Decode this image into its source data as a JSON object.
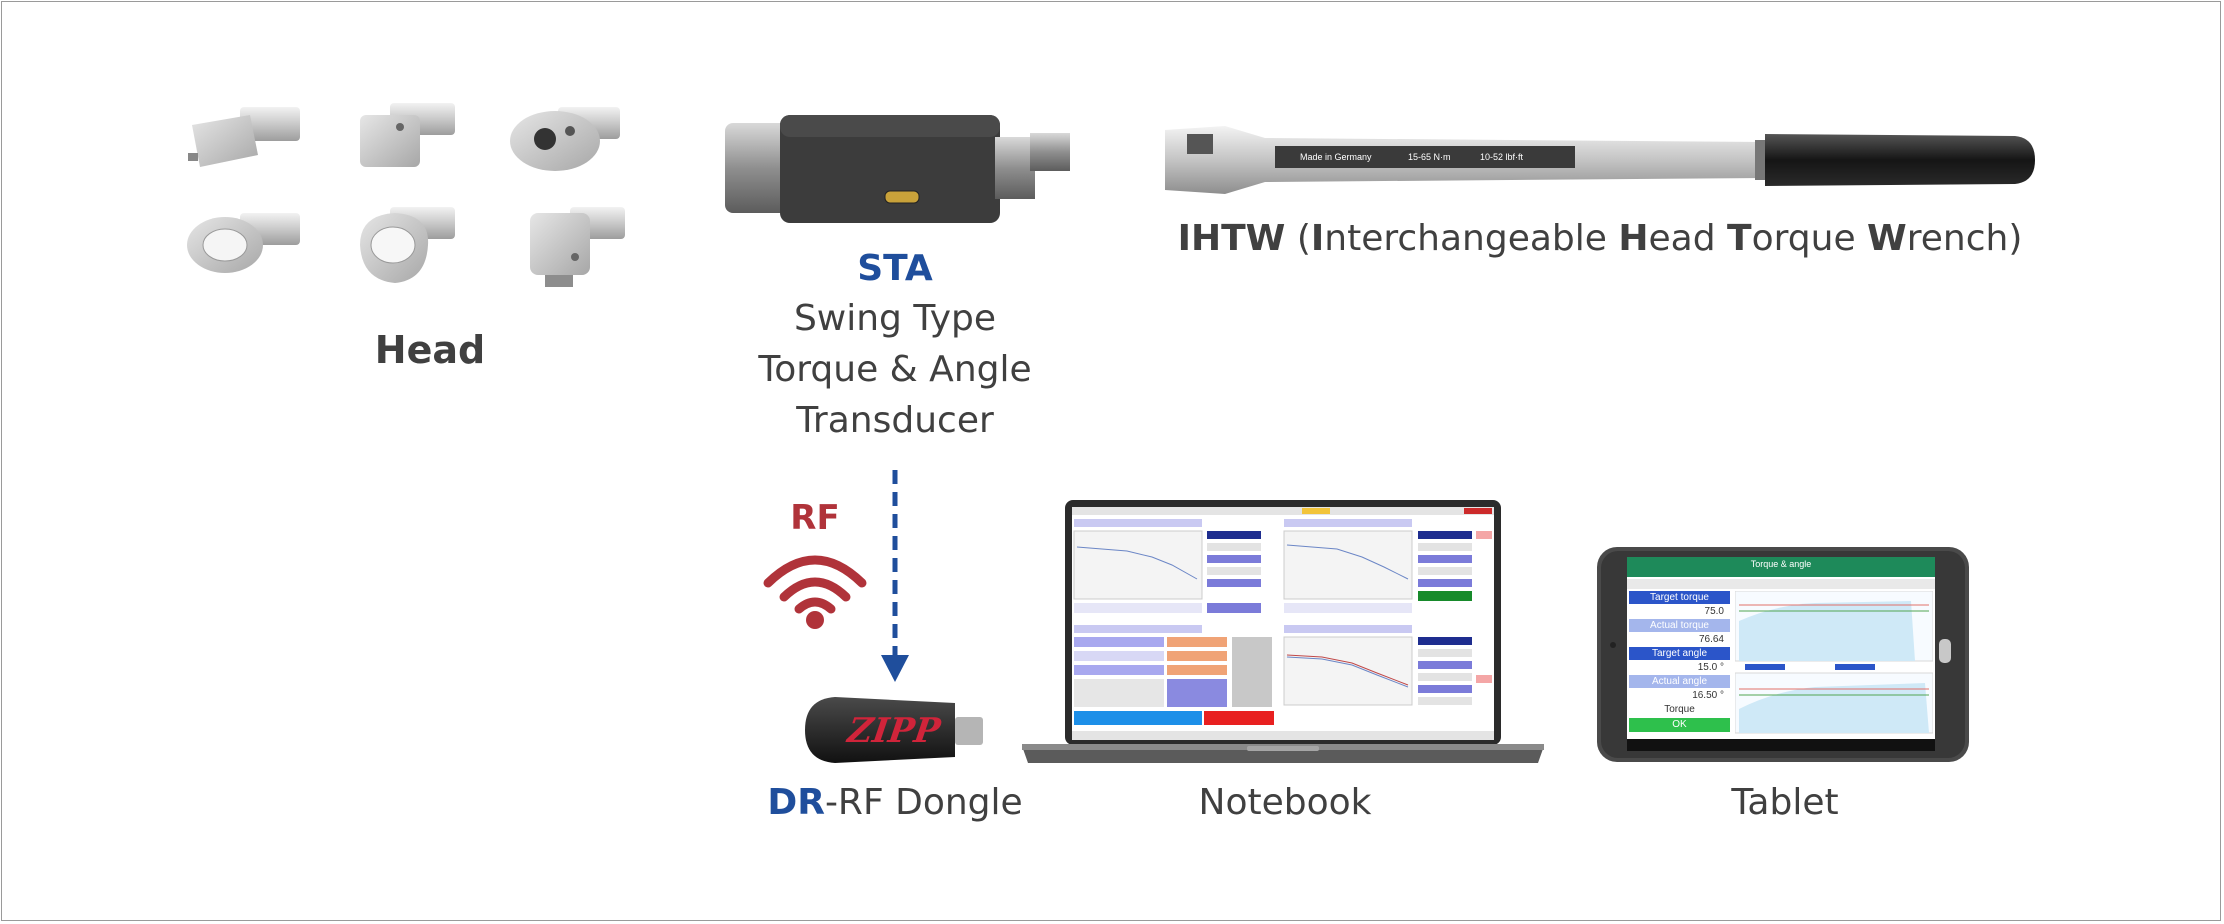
{
  "head": {
    "label": "Head"
  },
  "sta": {
    "abbr": "STA",
    "line1": "Swing Type",
    "line2": "Torque & Angle",
    "line3": "Transducer"
  },
  "ihtw": {
    "abbr": "IHTW",
    "p1": " (",
    "b1": "I",
    "p2": "nterchangeable ",
    "b2": "H",
    "p3": "ead ",
    "b3": "T",
    "p4": "orque ",
    "b4": "W",
    "p5": "rench)"
  },
  "wrench": {
    "engrave1": "Made in Germany",
    "engrave2": "15-65 N·m",
    "engrave3": "10-52 lbf·ft"
  },
  "rf": {
    "label": "RF"
  },
  "dongle": {
    "abbr": "DR",
    "rest": "-RF Dongle",
    "brand": "ZIPP"
  },
  "notebook": {
    "label": "Notebook"
  },
  "tablet": {
    "label": "Tablet",
    "title": "Torque & angle",
    "target_torque_label": "Target torque",
    "target_torque_value": "75.0",
    "actual_torque_label": "Actual torque",
    "actual_torque_value": "76.64",
    "target_angle_label": "Target angle",
    "target_angle_value": "15.0 °",
    "actual_angle_label": "Actual angle",
    "actual_angle_value": "16.50 °",
    "torque_label": "Torque",
    "ok_label": "OK"
  },
  "colors": {
    "blue": "#1f4e9c",
    "red": "#b0333a",
    "text": "#404040",
    "frame": "#9a9a9a"
  }
}
